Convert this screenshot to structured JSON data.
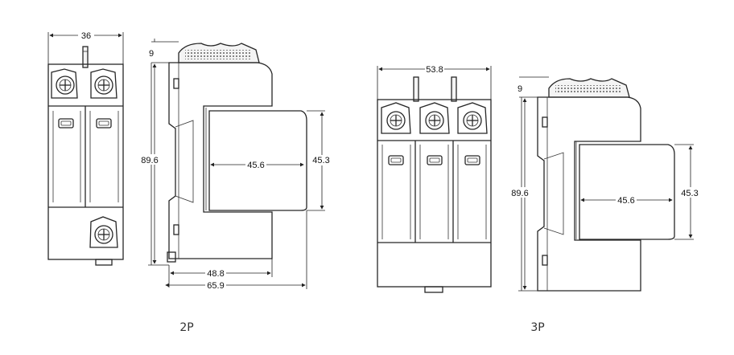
{
  "captions": {
    "left": "2P",
    "right": "3P"
  },
  "dims_2p": {
    "width": "36",
    "top_offset": "9",
    "height": "89.6",
    "inner_width": "45.6",
    "inner_height": "45.3",
    "base_width": "48.8",
    "total_depth": "65.9"
  },
  "dims_3p": {
    "width": "53.8",
    "top_offset": "9",
    "height": "89.6",
    "inner_width": "45.6",
    "inner_height": "45.3"
  }
}
